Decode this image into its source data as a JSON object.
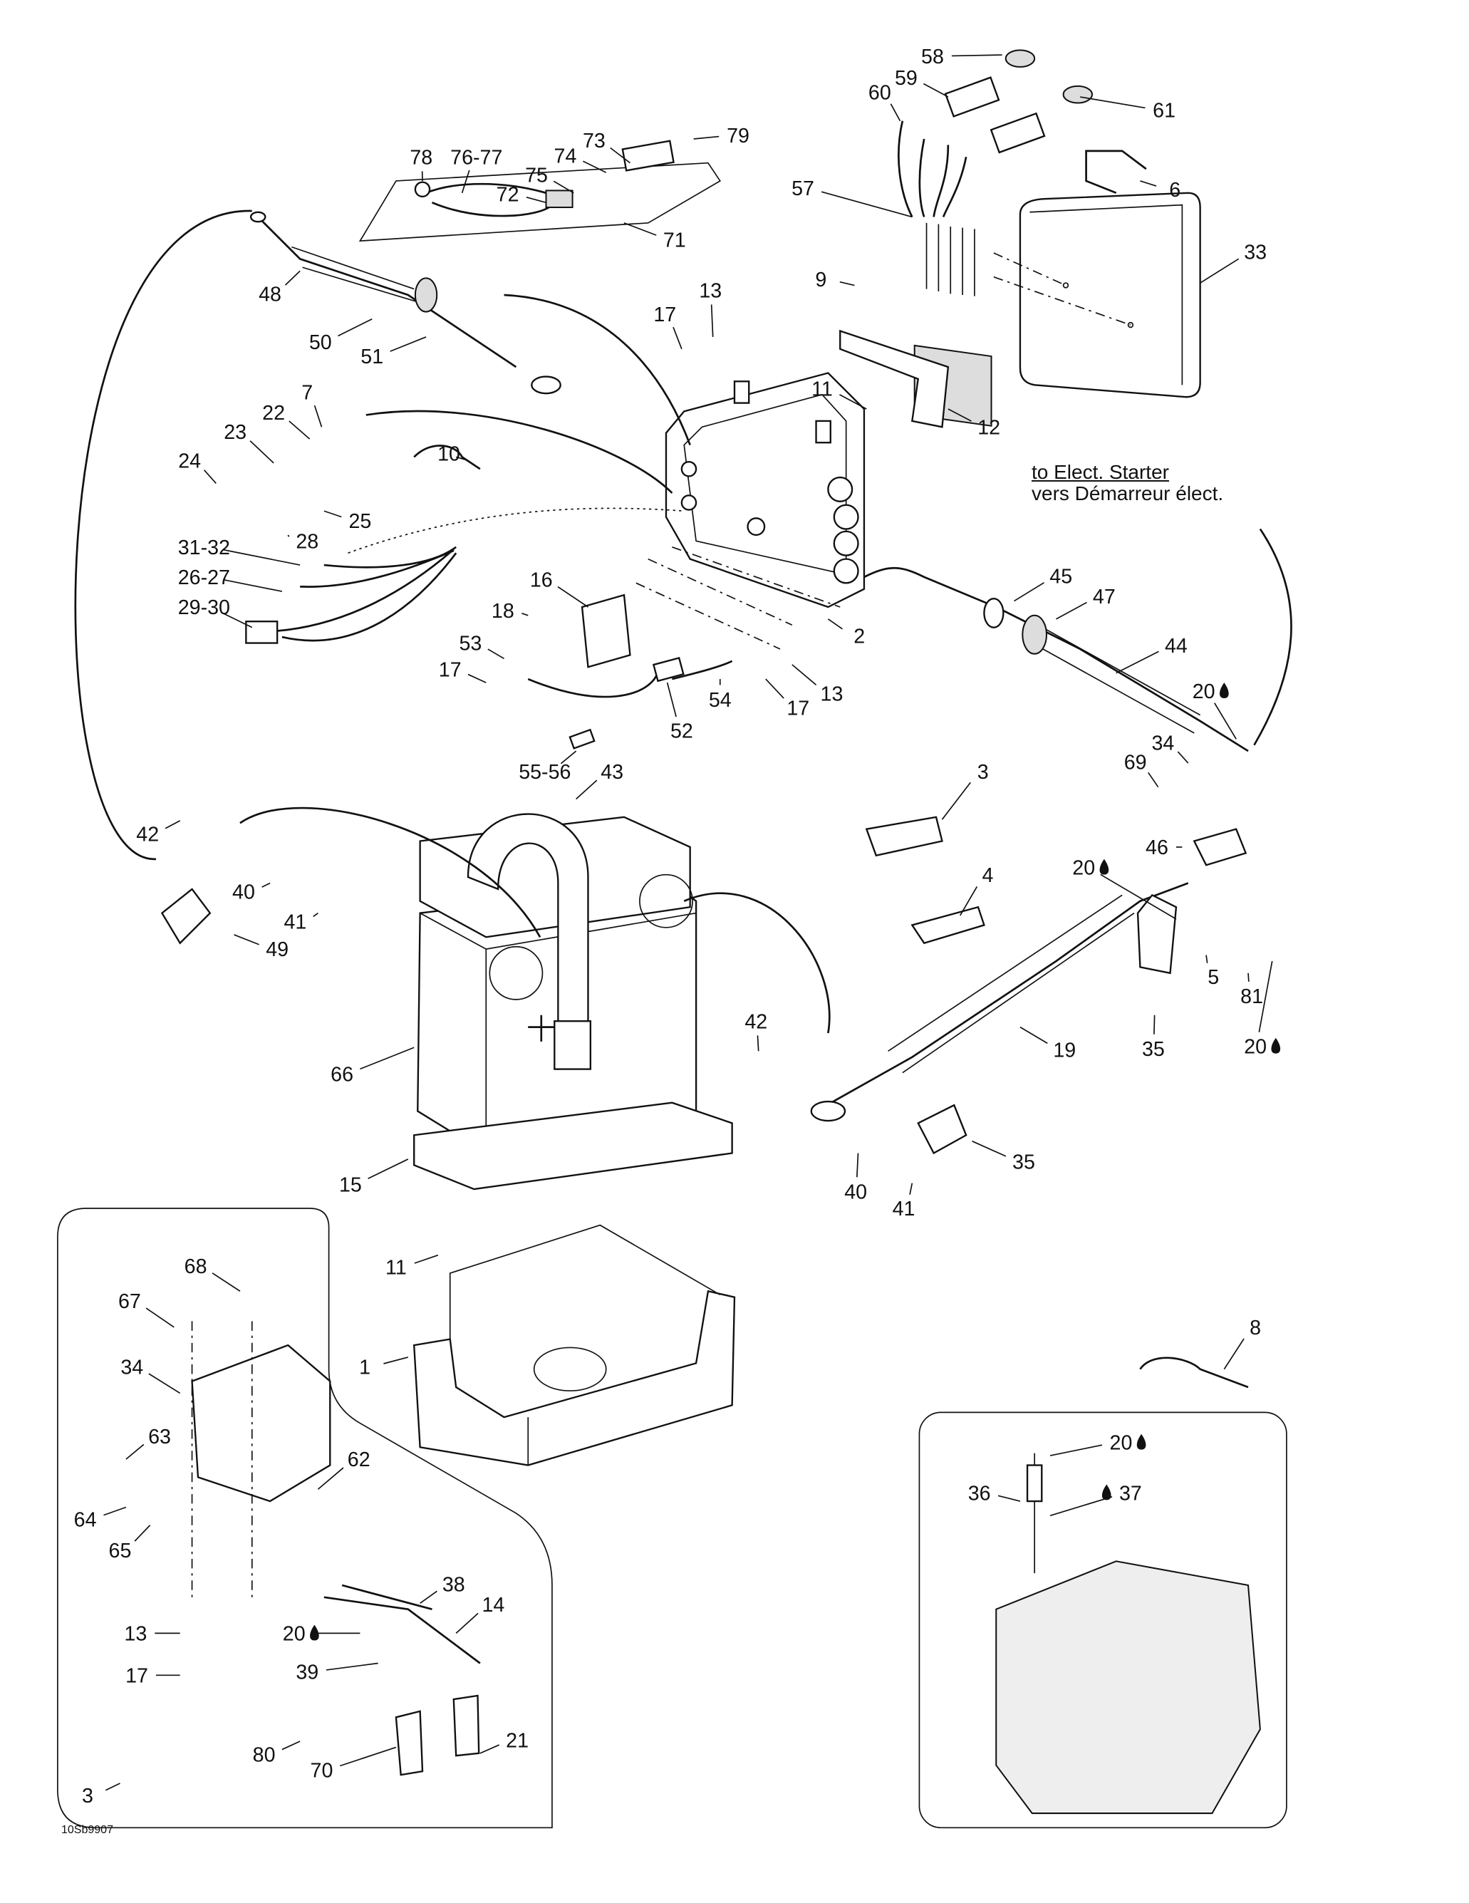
{
  "diagram": {
    "drawing_code": "10Sb9907",
    "note": {
      "line1": "to Elect. Starter",
      "line2": "vers Démarreur élect."
    },
    "callouts": [
      {
        "text": "58"
      },
      {
        "text": "59"
      },
      {
        "text": "60"
      },
      {
        "text": "61"
      },
      {
        "text": "79"
      },
      {
        "text": "78"
      },
      {
        "text": "76-77"
      },
      {
        "text": "73"
      },
      {
        "text": "74"
      },
      {
        "text": "75"
      },
      {
        "text": "72"
      },
      {
        "text": "71"
      },
      {
        "text": "6"
      },
      {
        "text": "57"
      },
      {
        "text": "33"
      },
      {
        "text": "48"
      },
      {
        "text": "9"
      },
      {
        "text": "13"
      },
      {
        "text": "17"
      },
      {
        "text": "50"
      },
      {
        "text": "51"
      },
      {
        "text": "11"
      },
      {
        "text": "12"
      },
      {
        "text": "7"
      },
      {
        "text": "22"
      },
      {
        "text": "23"
      },
      {
        "text": "10"
      },
      {
        "text": "24"
      },
      {
        "text": "25"
      },
      {
        "text": "28"
      },
      {
        "text": "31-32"
      },
      {
        "text": "26-27"
      },
      {
        "text": "29-30"
      },
      {
        "text": "16"
      },
      {
        "text": "18"
      },
      {
        "text": "45"
      },
      {
        "text": "47"
      },
      {
        "text": "2"
      },
      {
        "text": "53"
      },
      {
        "text": "17"
      },
      {
        "text": "54"
      },
      {
        "text": "13"
      },
      {
        "text": "17"
      },
      {
        "text": "44"
      },
      {
        "text": "20",
        "icon": "oil-drop-icon"
      },
      {
        "text": "52"
      },
      {
        "text": "55-56"
      },
      {
        "text": "43"
      },
      {
        "text": "34"
      },
      {
        "text": "69"
      },
      {
        "text": "3"
      },
      {
        "text": "42"
      },
      {
        "text": "46"
      },
      {
        "text": "4"
      },
      {
        "text": "40"
      },
      {
        "text": "41"
      },
      {
        "text": "20",
        "icon": "oil-drop-icon"
      },
      {
        "text": "5"
      },
      {
        "text": "81"
      },
      {
        "text": "49"
      },
      {
        "text": "19"
      },
      {
        "text": "35"
      },
      {
        "text": "20",
        "icon": "oil-drop-icon"
      },
      {
        "text": "66"
      },
      {
        "text": "42"
      },
      {
        "text": "35"
      },
      {
        "text": "15"
      },
      {
        "text": "40"
      },
      {
        "text": "41"
      },
      {
        "text": "11"
      },
      {
        "text": "1"
      },
      {
        "text": "8"
      },
      {
        "text": "68"
      },
      {
        "text": "67"
      },
      {
        "text": "34"
      },
      {
        "text": "63"
      },
      {
        "text": "62"
      },
      {
        "text": "64"
      },
      {
        "text": "65"
      },
      {
        "text": "20",
        "icon": "oil-drop-icon"
      },
      {
        "text": "36"
      },
      {
        "text": "37",
        "icon": "oil-drop-icon"
      },
      {
        "text": "38"
      },
      {
        "text": "14"
      },
      {
        "text": "13"
      },
      {
        "text": "20",
        "icon": "oil-drop-icon"
      },
      {
        "text": "39"
      },
      {
        "text": "17"
      },
      {
        "text": "80"
      },
      {
        "text": "21"
      },
      {
        "text": "70"
      },
      {
        "text": "3"
      }
    ]
  }
}
